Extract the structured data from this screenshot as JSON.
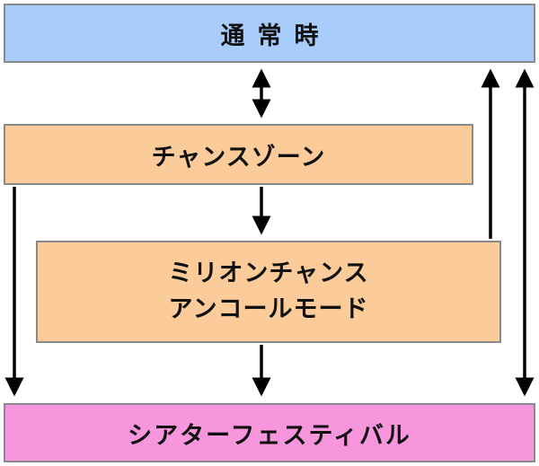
{
  "colors": {
    "normal_fill": "#a9cdfb",
    "chance_fill": "#fbcb9a",
    "million_fill": "#fbcb9a",
    "theater_fill": "#f796dd",
    "border": "#8a8a8a",
    "arrow": "#000000"
  },
  "nodes": {
    "normal": {
      "label": "通常時"
    },
    "chance_zone": {
      "label": "チャンスゾーン"
    },
    "million": {
      "line1": "ミリオンチャンス",
      "line2": "アンコールモード"
    },
    "theater": {
      "label": "シアターフェスティバル"
    }
  },
  "edges": [
    {
      "from": "normal",
      "to": "chance_zone",
      "direction": "both"
    },
    {
      "from": "chance_zone",
      "to": "million",
      "direction": "forward"
    },
    {
      "from": "chance_zone",
      "to": "theater",
      "direction": "forward"
    },
    {
      "from": "million",
      "to": "theater",
      "direction": "forward"
    },
    {
      "from": "million",
      "to": "normal",
      "direction": "forward"
    },
    {
      "from": "theater",
      "to": "normal",
      "direction": "both"
    }
  ]
}
